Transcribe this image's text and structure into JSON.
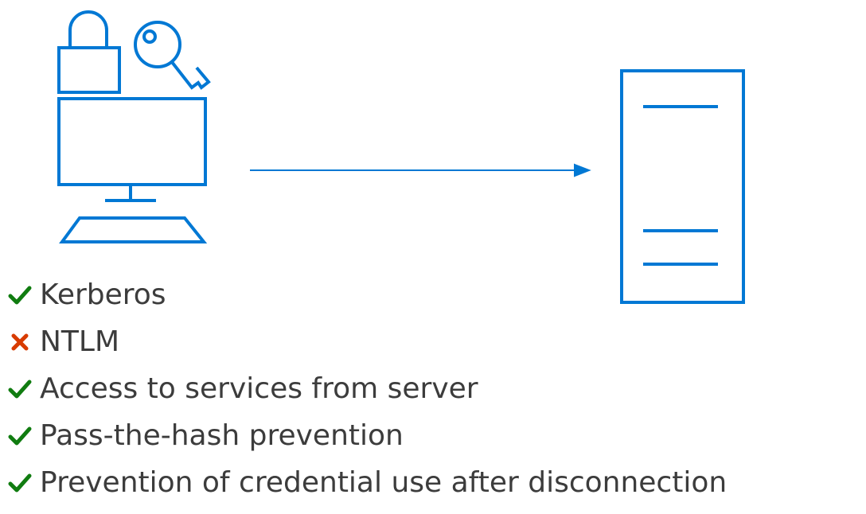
{
  "colors": {
    "accent": "#0078d4",
    "check": "#107c10",
    "cross": "#d83b01",
    "text": "#3c3c3c"
  },
  "diagram": {
    "client_icons": [
      "lock-icon",
      "key-icon",
      "computer-monitor-icon",
      "keyboard-icon"
    ],
    "connection": "arrow-right-icon",
    "server_icon": "server-icon"
  },
  "features": [
    {
      "label": "Kerberos",
      "status": "check-icon"
    },
    {
      "label": "NTLM",
      "status": "cross-icon"
    },
    {
      "label": "Access to services from server",
      "status": "check-icon"
    },
    {
      "label": "Pass-the-hash prevention",
      "status": "check-icon"
    },
    {
      "label": "Prevention of credential use after disconnection",
      "status": "check-icon"
    }
  ]
}
